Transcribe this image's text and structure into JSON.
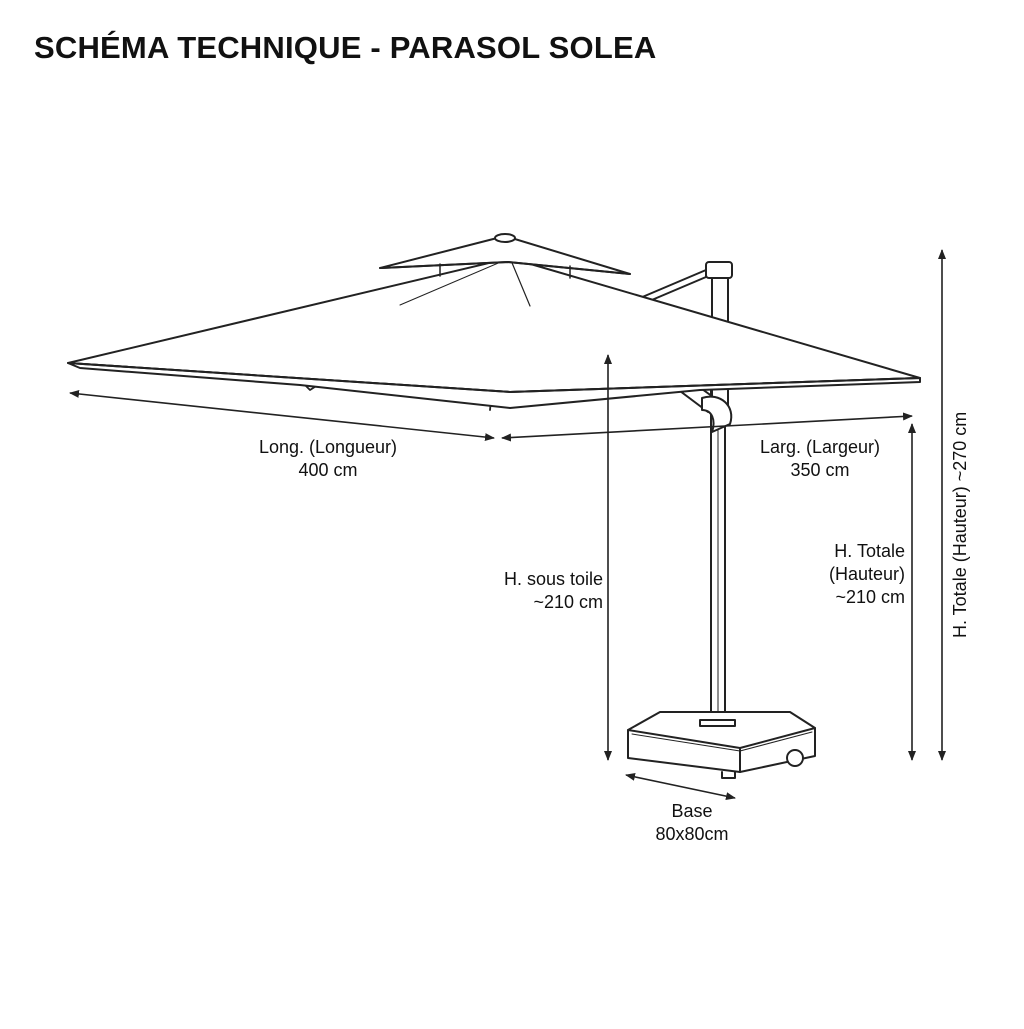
{
  "title": "SCHÉMA TECHNIQUE - PARASOL SOLEA",
  "dimensions": {
    "length": {
      "name": "Long. (Longueur)",
      "value": "400 cm"
    },
    "width": {
      "name": "Larg. (Largeur)",
      "value": "350 cm"
    },
    "under_canopy": {
      "name": "H. sous toile",
      "value": "~210 cm"
    },
    "total_height_a": {
      "line1": "H. Totale",
      "line2": "(Hauteur)",
      "value": "~210 cm"
    },
    "total_height_b": {
      "label": "H. Totale (Hauteur) ~270 cm"
    },
    "base": {
      "name": "Base",
      "value": "80x80cm"
    }
  },
  "colors": {
    "line": "#222222",
    "fill": "#ffffff",
    "background": "#ffffff"
  }
}
